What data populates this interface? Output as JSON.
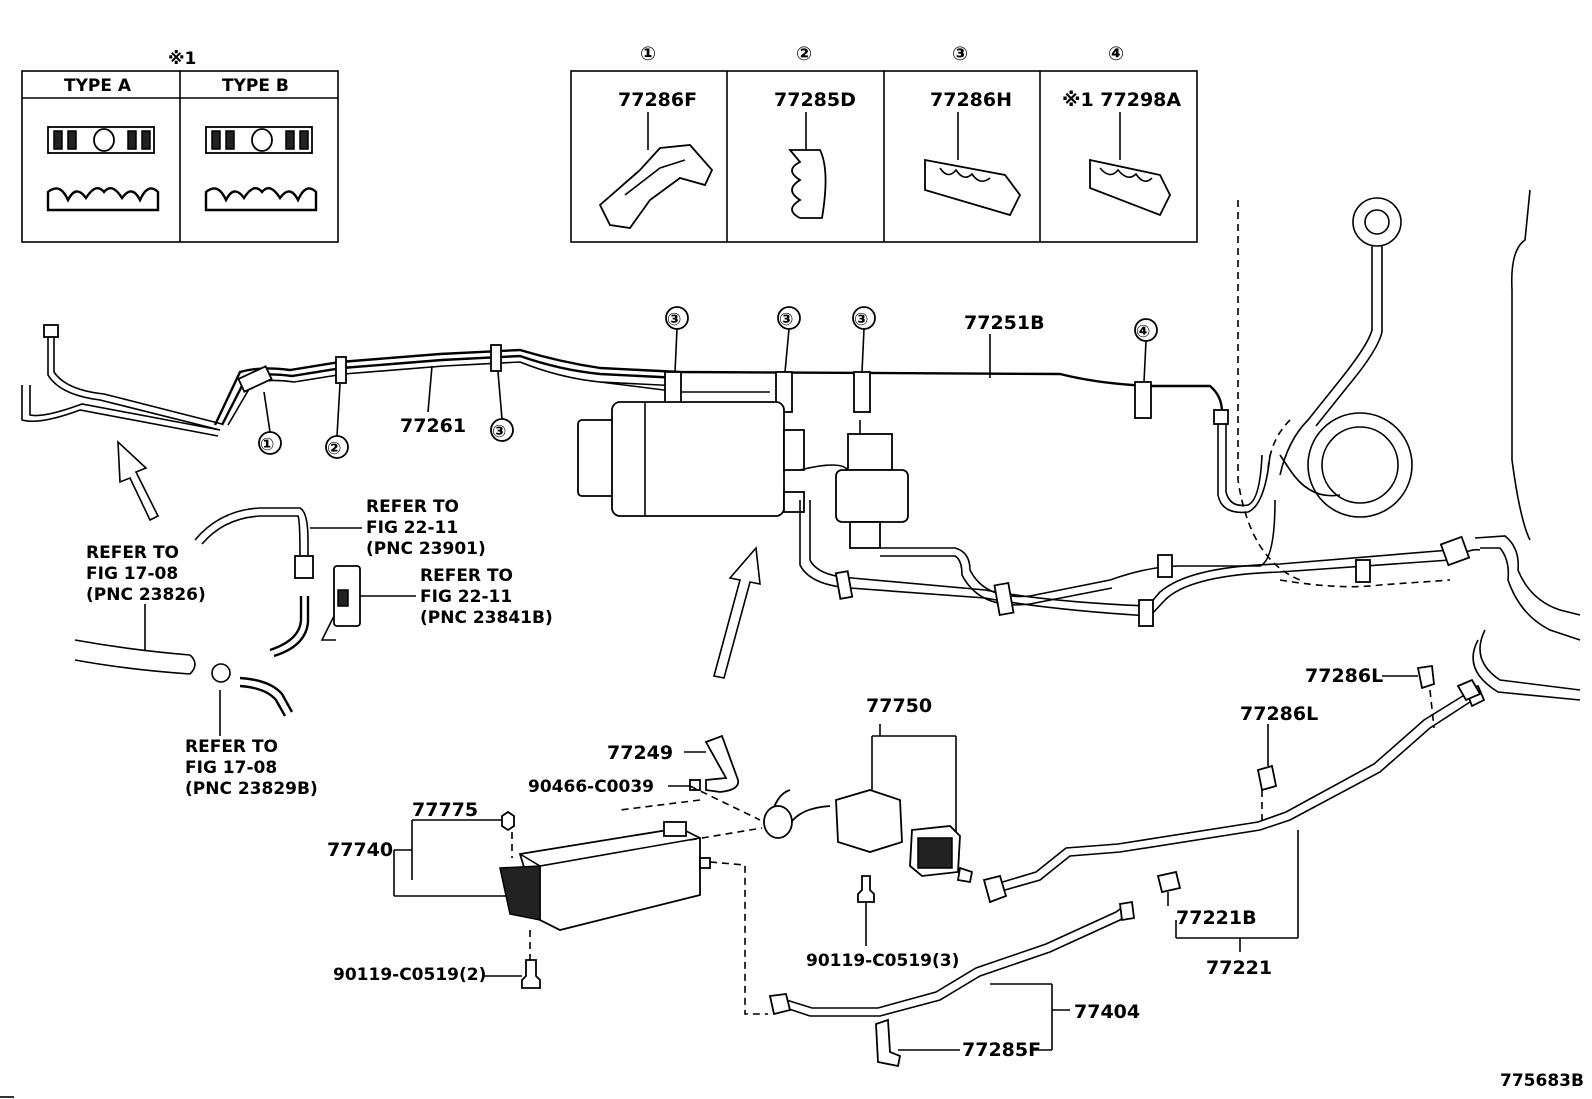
{
  "legend_types": {
    "note": "※1",
    "type_a": "TYPE  A",
    "type_b": "TYPE  B"
  },
  "clamp_table": [
    {
      "num": "①",
      "part": "77286F"
    },
    {
      "num": "②",
      "part": "77285D"
    },
    {
      "num": "③",
      "part": "77286H"
    },
    {
      "num": "④",
      "part": "※1 77298A"
    }
  ],
  "callouts": {
    "c1": "①",
    "c2": "②",
    "c3": "③",
    "c4": "④"
  },
  "parts": {
    "p77251B": "77251B",
    "p77261": "77261",
    "p77286L_a": "77286L",
    "p77286L_b": "77286L",
    "p77750": "77750",
    "p77249": "77249",
    "p90466": "90466-C0039",
    "p77775": "77775",
    "p77740": "77740",
    "p90119_2": "90119-C0519(2)",
    "p90119_3": "90119-C0519(3)",
    "p77221B": "77221B",
    "p77221": "77221",
    "p77404": "77404",
    "p77285F": "77285F"
  },
  "refers": {
    "r1": [
      "REFER TO",
      "FIG 17-08",
      "(PNC 23826)"
    ],
    "r2": [
      "REFER TO",
      "FIG 22-11",
      "(PNC 23901)"
    ],
    "r3": [
      "REFER TO",
      "FIG 22-11",
      "(PNC 23841B)"
    ],
    "r4": [
      "REFER TO",
      "FIG 17-08",
      "(PNC 23829B)"
    ]
  },
  "figure_code": "775683B"
}
